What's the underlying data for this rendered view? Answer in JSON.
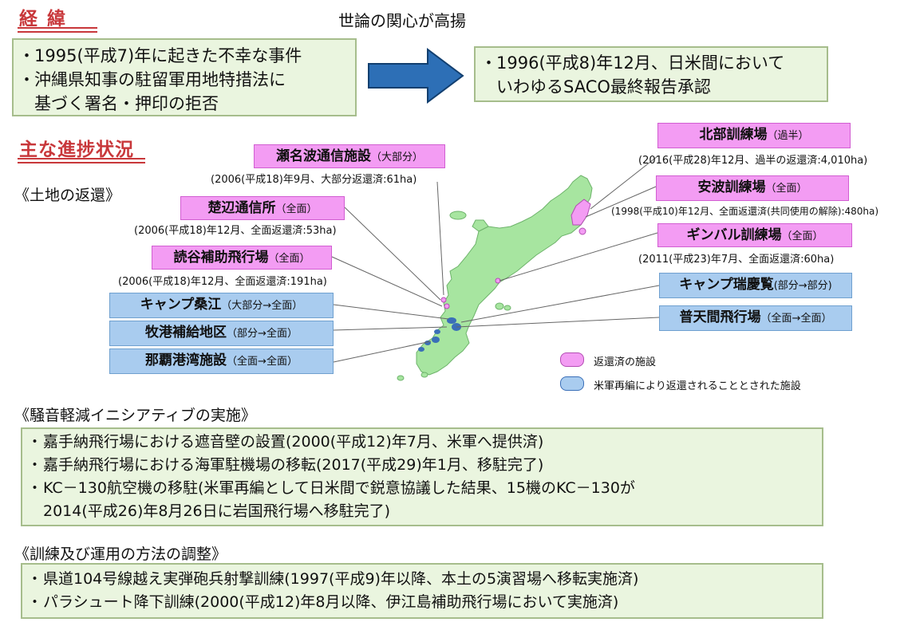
{
  "header": {
    "history_title": "経 緯",
    "public_interest": "世論の関心が高揚",
    "progress_title": "主な進捗状況"
  },
  "history": {
    "left_items": [
      "1995(平成7)年に起きた不幸な事件",
      "沖縄県知事の駐留軍用地特措法に",
      "基づく署名・押印の拒否"
    ],
    "right_items": [
      "1996(平成8)年12月、日米間において",
      "いわゆるSACO最終報告承認"
    ]
  },
  "land": {
    "heading": "《土地の返還》",
    "facilities": [
      {
        "name": "瀬名波通信施設",
        "status": "（大部分）",
        "note": "(2006(平成18)年9月、大部分返還済:61ha)"
      },
      {
        "name": "楚辺通信所",
        "status": "（全面）",
        "note": "(2006(平成18)年12月、全面返還済:53ha)"
      },
      {
        "name": "読谷補助飛行場",
        "status": "（全面）",
        "note": "(2006(平成18)年12月、全面返還済:191ha)"
      },
      {
        "name": "キャンプ桑江",
        "status": "（大部分→全面）"
      },
      {
        "name": "牧港補給地区",
        "status": "（部分→全面）"
      },
      {
        "name": "那覇港湾施設",
        "status": "（全面→全面）"
      },
      {
        "name": "北部訓練場",
        "status": "（過半）",
        "note": "(2016(平成28)年12月、過半の返還済:4,010ha)"
      },
      {
        "name": "安波訓練場",
        "status": "（全面）",
        "note": "(1998(平成10)年12月、全面返還済(共同使用の解除):480ha)"
      },
      {
        "name": "ギンバル訓練場",
        "status": "（全面）",
        "note": "(2011(平成23)年7月、全面返還済:60ha)"
      },
      {
        "name": "キャンプ瑞慶覧",
        "status": "(部分→部分)"
      },
      {
        "name": "普天間飛行場",
        "status": "（全面→全面）"
      }
    ],
    "legend": [
      {
        "label": "返還済の施設",
        "color": "#f39cf3"
      },
      {
        "label": "米軍再編により返還されることとされた施設",
        "color": "#a9ccef"
      }
    ]
  },
  "noise": {
    "heading": "《騒音軽減イニシアティブの実施》",
    "items": [
      "嘉手納飛行場における遮音壁の設置(2000(平成12)年7月、米軍へ提供済)",
      "嘉手納飛行場における海軍駐機場の移転(2017(平成29)年1月、移駐完了)",
      "KC－130航空機の移駐(米軍再編として日米間で鋭意協議した結果、15機のKC－130が",
      "2014(平成26)年8月26日に岩国飛行場へ移駐完了)"
    ]
  },
  "training": {
    "heading": "《訓練及び運用の方法の調整》",
    "items": [
      "県道104号線越え実弾砲兵射撃訓練(1997(平成9)年以降、本土の5演習場へ移転実施済)",
      "パラシュート降下訓練(2000(平成12)年8月以降、伊江島補助飛行場において実施済)"
    ]
  },
  "colors": {
    "accent_red": "#c8373a",
    "box_green": "#eaf5df",
    "map_green": "#a7e5a0",
    "arrow_blue": "#2d6fb6"
  }
}
